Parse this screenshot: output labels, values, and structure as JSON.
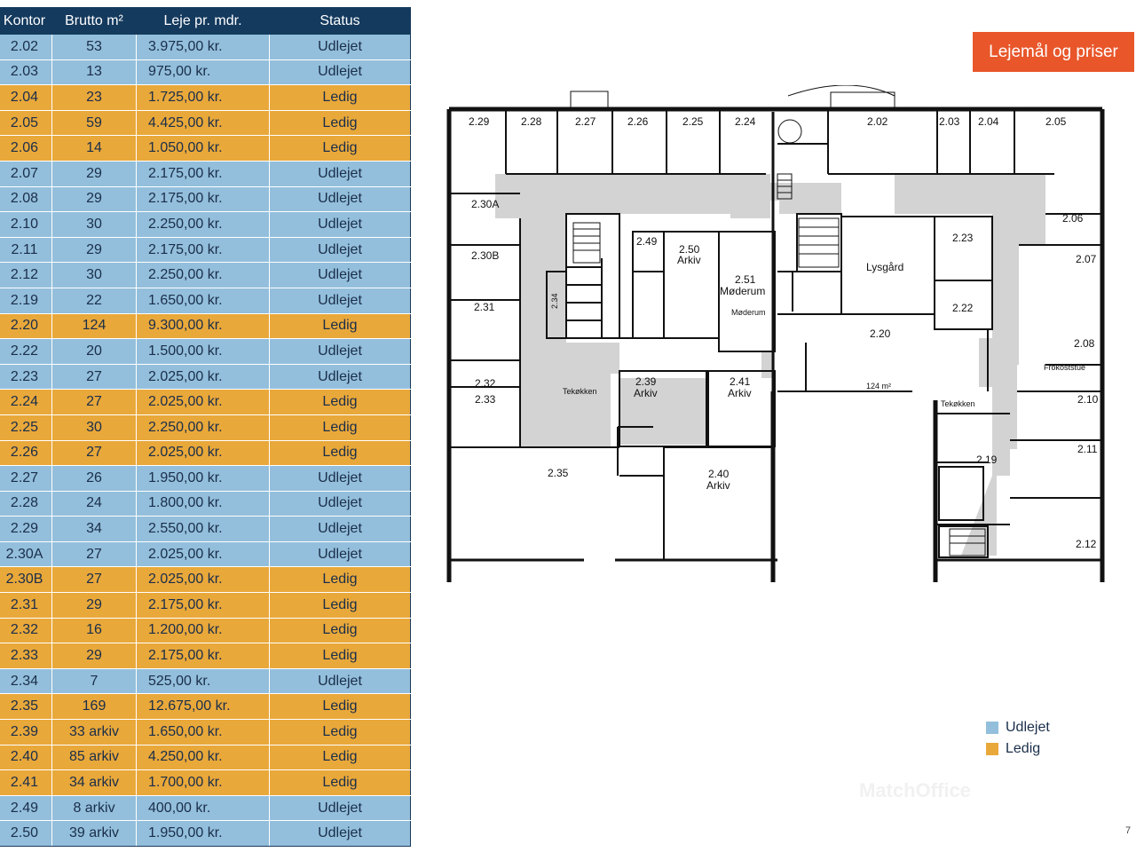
{
  "title": "Lejemål og priser",
  "table": {
    "headers": [
      "Kontor",
      "Brutto m²",
      "Leje pr. mdr.",
      "Status"
    ],
    "rows": [
      [
        "2.02",
        "53",
        "3.975,00 kr.",
        "Udlejet"
      ],
      [
        "2.03",
        "13",
        "975,00 kr.",
        "Udlejet"
      ],
      [
        "2.04",
        "23",
        "1.725,00 kr.",
        "Ledig"
      ],
      [
        "2.05",
        "59",
        "4.425,00 kr.",
        "Ledig"
      ],
      [
        "2.06",
        "14",
        "1.050,00 kr.",
        "Ledig"
      ],
      [
        "2.07",
        "29",
        "2.175,00 kr.",
        "Udlejet"
      ],
      [
        "2.08",
        "29",
        "2.175,00 kr.",
        "Udlejet"
      ],
      [
        "2.10",
        "30",
        "2.250,00 kr.",
        "Udlejet"
      ],
      [
        "2.11",
        "29",
        "2.175,00 kr.",
        "Udlejet"
      ],
      [
        "2.12",
        "30",
        "2.250,00 kr.",
        "Udlejet"
      ],
      [
        "2.19",
        "22",
        "1.650,00 kr.",
        "Udlejet"
      ],
      [
        "2.20",
        "124",
        "9.300,00 kr.",
        "Ledig"
      ],
      [
        "2.22",
        "20",
        "1.500,00 kr.",
        "Udlejet"
      ],
      [
        "2.23",
        "27",
        "2.025,00 kr.",
        "Udlejet"
      ],
      [
        "2.24",
        "27",
        "2.025,00 kr.",
        "Ledig"
      ],
      [
        "2.25",
        "30",
        "2.250,00 kr.",
        "Ledig"
      ],
      [
        "2.26",
        "27",
        "2.025,00 kr.",
        "Ledig"
      ],
      [
        "2.27",
        "26",
        "1.950,00 kr.",
        "Udlejet"
      ],
      [
        "2.28",
        "24",
        "1.800,00 kr.",
        "Udlejet"
      ],
      [
        "2.29",
        "34",
        "2.550,00 kr.",
        "Udlejet"
      ],
      [
        "2.30A",
        "27",
        "2.025,00 kr.",
        "Udlejet"
      ],
      [
        "2.30B",
        "27",
        "2.025,00 kr.",
        "Ledig"
      ],
      [
        "2.31",
        "29",
        "2.175,00 kr.",
        "Ledig"
      ],
      [
        "2.32",
        "16",
        "1.200,00 kr.",
        "Ledig"
      ],
      [
        "2.33",
        "29",
        "2.175,00 kr.",
        "Ledig"
      ],
      [
        "2.34",
        "7",
        "525,00 kr.",
        "Udlejet"
      ],
      [
        "2.35",
        "169",
        "12.675,00 kr.",
        "Ledig"
      ],
      [
        "2.39",
        "33 arkiv",
        "1.650,00 kr.",
        "Ledig"
      ],
      [
        "2.40",
        "85 arkiv",
        "4.250,00 kr.",
        "Ledig"
      ],
      [
        "2.41",
        "34 arkiv",
        "1.700,00 kr.",
        "Ledig"
      ],
      [
        "2.49",
        "8 arkiv",
        "400,00 kr.",
        "Udlejet"
      ],
      [
        "2.50",
        "39 arkiv",
        "1.950,00 kr.",
        "Udlejet"
      ]
    ]
  },
  "floorplan": {
    "labels": {
      "r229": "2.29",
      "r228": "2.28",
      "r227": "2.27",
      "r226": "2.26",
      "r225": "2.25",
      "r224": "2.24",
      "r202": "2.02",
      "r203": "2.03",
      "r204": "2.04",
      "r205": "2.05",
      "r206": "2.06",
      "r207": "2.07",
      "r208": "2.08",
      "r210": "2.10",
      "r211": "2.11",
      "r212": "2.12",
      "r219": "2.19",
      "r230a": "2.30A",
      "r230b": "2.30B",
      "r231": "2.31",
      "r232": "2.32",
      "r233": "2.33",
      "r234": "2.34",
      "r235": "2.35",
      "r249": "2.49",
      "r250": "2.50",
      "r250sub": "Arkiv",
      "r251": "2.51",
      "r251sub": "Møderum",
      "r251small": "Møderum",
      "r239": "2.39",
      "r239sub": "Arkiv",
      "r241": "2.41",
      "r241sub": "Arkiv",
      "r240": "2.40",
      "r240sub": "Arkiv",
      "r222": "2.22",
      "r223": "2.23",
      "r220": "2.20",
      "r220area": "124 m²",
      "lysgard": "Lysgård",
      "frokoststue": "Frokoststue",
      "tekokken1": "Tekøkken",
      "tekokken2": "Tekøkken"
    }
  },
  "legend": [
    {
      "label": "Udlejet",
      "color": "#93bfdc"
    },
    {
      "label": "Ledig",
      "color": "#e9a83a"
    }
  ],
  "watermark": "MatchOffice",
  "page_number": "7"
}
